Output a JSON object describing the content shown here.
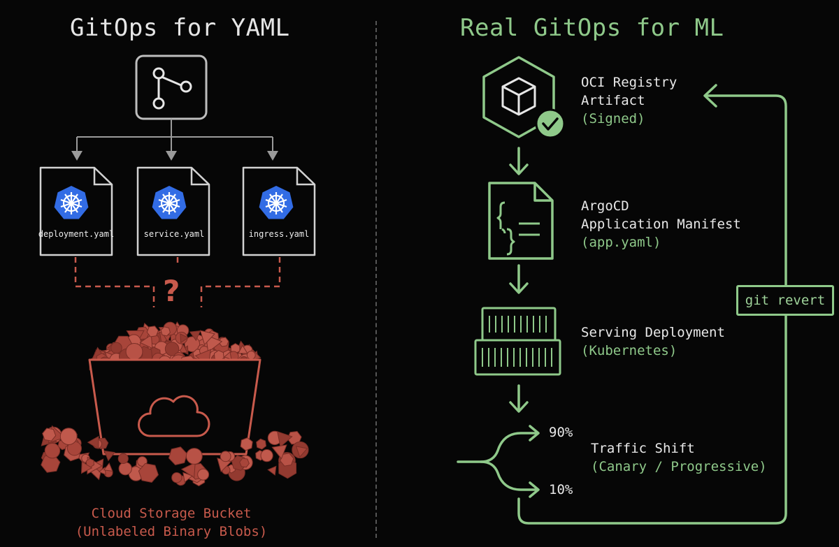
{
  "left_title": "GitOps for YAML",
  "right_title": "Real GitOps for ML",
  "files": [
    {
      "name": "deployment.yaml"
    },
    {
      "name": "service.yaml"
    },
    {
      "name": "ingress.yaml"
    }
  ],
  "question_mark": "?",
  "bucket": {
    "line1": "Cloud Storage Bucket",
    "line2": "(Unlabeled Binary Blobs)"
  },
  "steps": [
    {
      "title_line1": "OCI Registry",
      "title_line2": "Artifact",
      "sub": "(Signed)"
    },
    {
      "title_line1": "ArgoCD",
      "title_line2": "Application Manifest",
      "sub": "(app.yaml)"
    },
    {
      "title_line1": "Serving Deployment",
      "sub": "(Kubernetes)"
    },
    {
      "title_line1": "Traffic Shift",
      "sub": "(Canary / Progressive)"
    }
  ],
  "split": {
    "top": "90%",
    "bottom": "10%"
  },
  "rollback_label": "git revert",
  "colors": {
    "green": "#8fc98a",
    "red": "#c85a4c",
    "gray": "#9a9a9a",
    "k8s_blue": "#326ce5"
  },
  "icons": [
    "git-branch-icon",
    "kubernetes-icon",
    "cloud-icon",
    "cube-icon",
    "checkmark-icon",
    "document-braces-icon",
    "container-icon"
  ]
}
